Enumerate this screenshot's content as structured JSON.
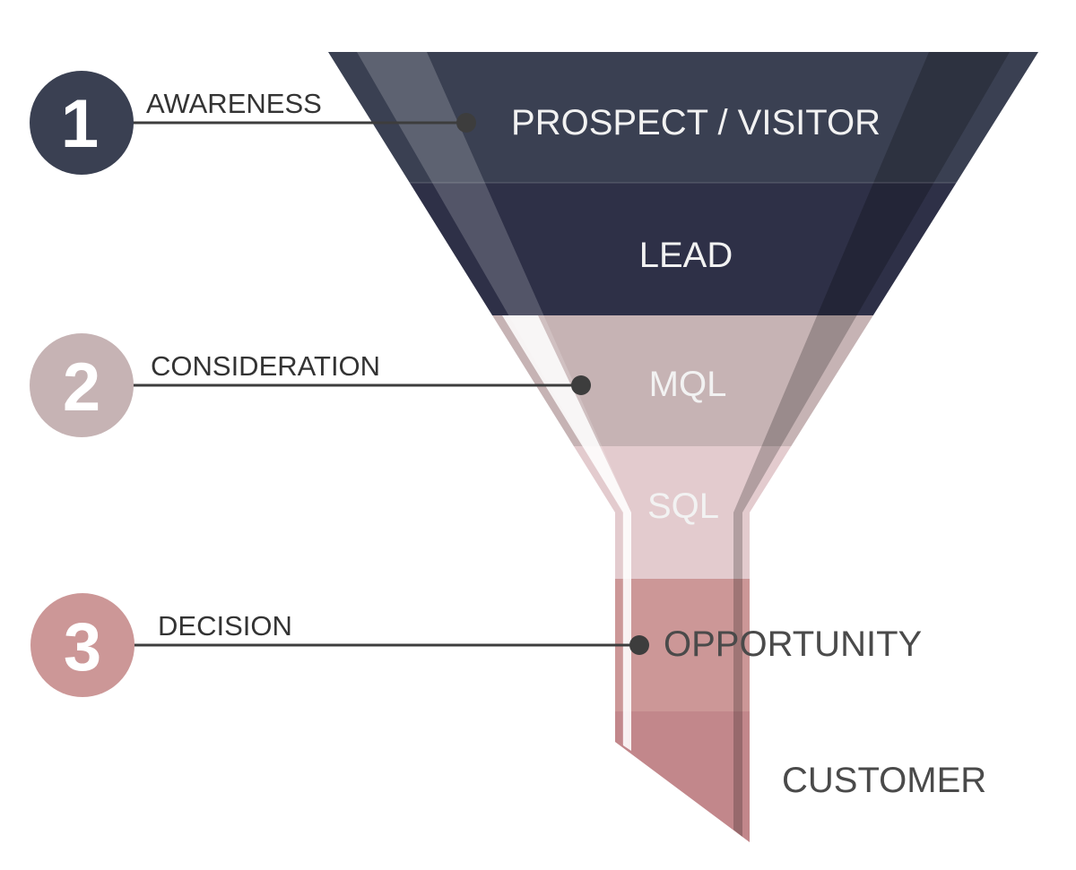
{
  "diagram": {
    "type": "marketing-funnel",
    "bands": [
      {
        "label": "PROSPECT / VISITOR",
        "color": "#3a4052",
        "text_style": "light"
      },
      {
        "label": "LEAD",
        "color": "#2e3047",
        "text_style": "light"
      },
      {
        "label": "MQL",
        "color": "#c6b3b4",
        "text_style": "light"
      },
      {
        "label": "SQL",
        "color": "#e3cbce",
        "text_style": "light"
      },
      {
        "label": "OPPORTUNITY",
        "color": "#cc9797",
        "text_style": "dark"
      },
      {
        "label": "CUSTOMER",
        "color": "#c2878b",
        "text_style": "dark"
      }
    ],
    "stages": [
      {
        "number": "1",
        "label": "AWARENESS",
        "color": "#3a4052",
        "points_to": "PROSPECT / VISITOR"
      },
      {
        "number": "2",
        "label": "CONSIDERATION",
        "color": "#c6b3b4",
        "points_to": "MQL"
      },
      {
        "number": "3",
        "label": "DECISION",
        "color": "#cc9797",
        "points_to": "OPPORTUNITY"
      }
    ],
    "connector_color": "#3d3d3d"
  }
}
